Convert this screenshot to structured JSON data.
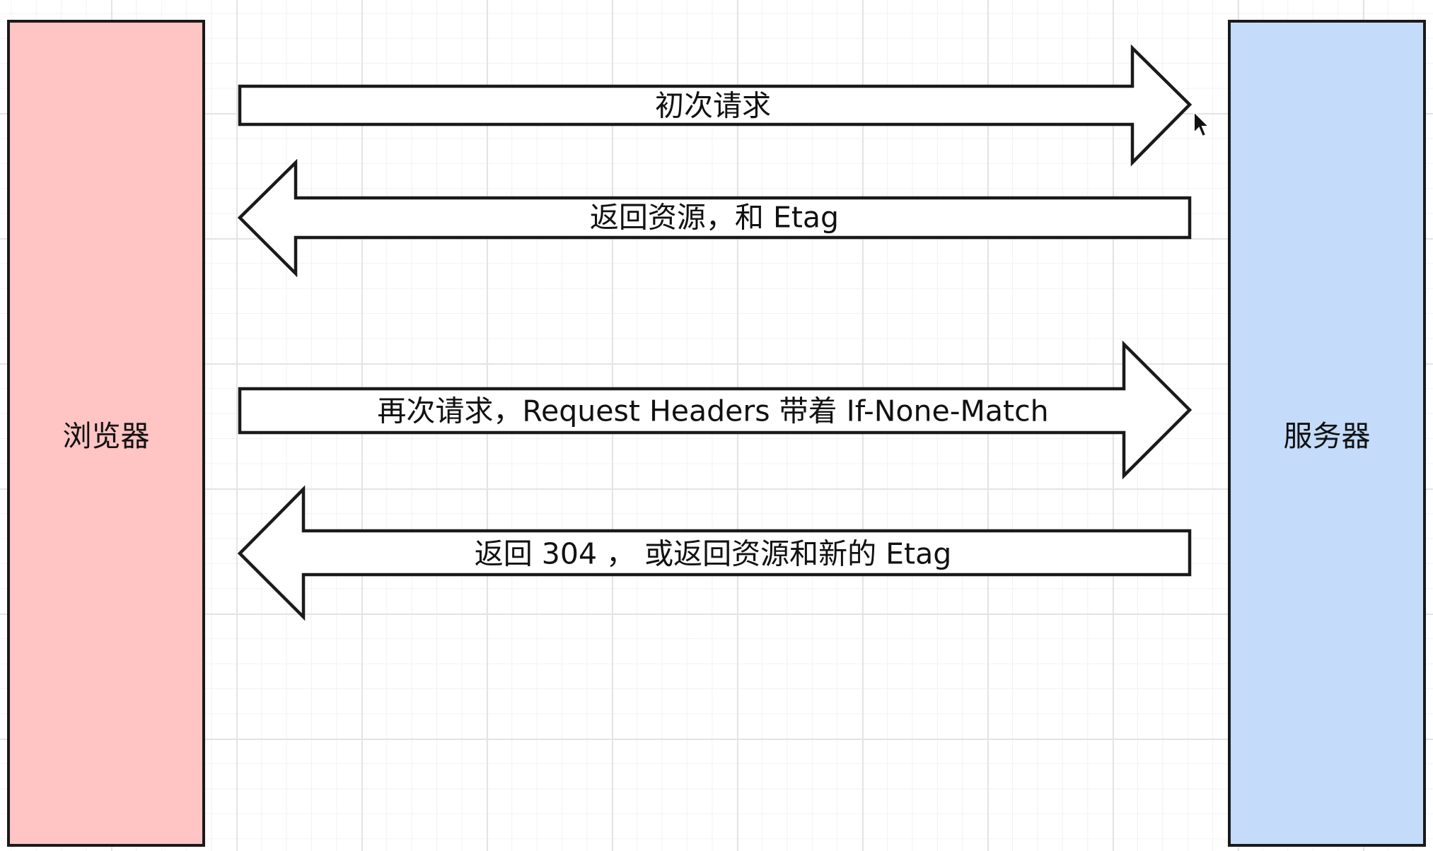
{
  "diagram": {
    "browser": {
      "label": "浏览器",
      "color": "#ffc4c4"
    },
    "server": {
      "label": "服务器",
      "color": "#c4dcfa"
    },
    "arrows": [
      {
        "direction": "right",
        "label": "初次请求"
      },
      {
        "direction": "left",
        "label": "返回资源，和 Etag"
      },
      {
        "direction": "right",
        "label": "再次请求，Request Headers 带着 If-None-Match"
      },
      {
        "direction": "left",
        "label": "返回 304 ， 或返回资源和新的 Etag"
      }
    ]
  },
  "colors": {
    "stroke": "#1a1a1a",
    "grid": "#e4e4e4"
  }
}
